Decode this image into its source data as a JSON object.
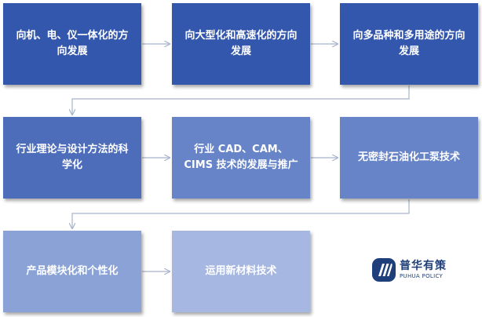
{
  "diagram": {
    "boxes": [
      {
        "text": "向机、电、仪一体化的方向发展",
        "color": "#3457ae"
      },
      {
        "text": "向大型化和高速化的方向发展",
        "color": "#3457ae"
      },
      {
        "text": "向多品种和多用途的方向发展",
        "color": "#3457ae"
      },
      {
        "text": "行业理论与设计方法的科学化",
        "color": "#4d6dbb"
      },
      {
        "text": "行业 CAD、CAM、CIMS 技术的发展与推广",
        "color": "#6784c8"
      },
      {
        "text": "无密封石油化工泵技术",
        "color": "#6784c8"
      },
      {
        "text": "产品模块化和个性化",
        "color": "#8aa2d6"
      },
      {
        "text": "运用新材料技术",
        "color": "#a6b8e2"
      }
    ]
  },
  "logo": {
    "name_cn": "普华有策",
    "name_en": "PUHUA POLICY",
    "brand_color": "#1e3f7a"
  }
}
